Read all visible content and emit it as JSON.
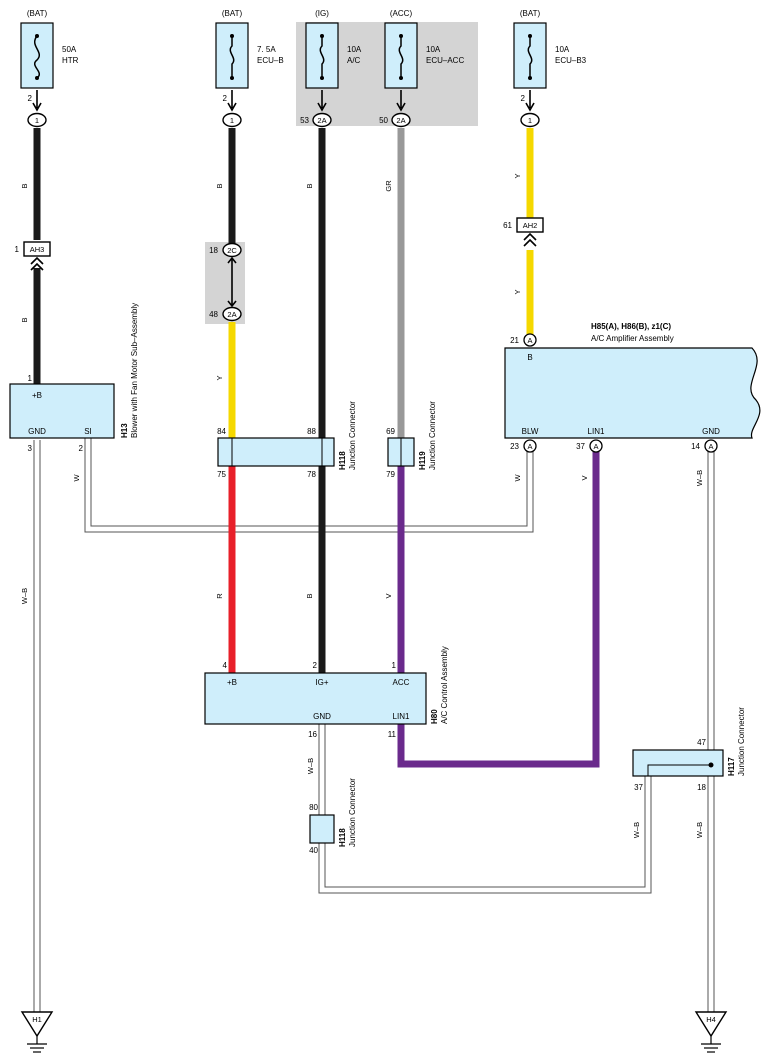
{
  "colors": {
    "wire_black": "#1a1a1a",
    "wire_yellow": "#f5d800",
    "wire_gray": "#999999",
    "wire_red": "#e8202a",
    "wire_violet": "#6a2a8c",
    "wire_white_outline": "#555555",
    "component_fill": "#cfeefb",
    "shade_gray": "#d4d4d4"
  },
  "fuses": [
    {
      "source": "(BAT)",
      "amp": "50A",
      "name": "HTR",
      "pin": "2"
    },
    {
      "source": "(BAT)",
      "amp": "7. 5A",
      "name": "ECU–B",
      "pin": "2"
    },
    {
      "source": "(IG)",
      "amp": "10A",
      "name": "A/C",
      "pin": "53"
    },
    {
      "source": "(ACC)",
      "amp": "10A",
      "name": "ECU–ACC",
      "pin": "50"
    },
    {
      "source": "(BAT)",
      "amp": "10A",
      "name": "ECU–B3",
      "pin": "2"
    }
  ],
  "fuse_connectors": [
    "1",
    "1",
    "2A",
    "2A",
    "1"
  ],
  "wire_colors": {
    "htr_upper": "B",
    "htr_lower": "B",
    "ecub_upper": "B",
    "ecub_lower": "Y",
    "ig": "B",
    "acc": "GR",
    "ecub3_upper": "Y",
    "ecub3_lower": "Y",
    "si_wire": "W",
    "blw_wire": "W",
    "lin_wire": "V",
    "gnd_right": "W–B",
    "gnd_left": "W–B",
    "h80_pb": "R",
    "h80_ig": "B",
    "h80_acc": "V",
    "h80_gnd": "W–B",
    "h117_37": "W–B",
    "h117_18": "W–B"
  },
  "inline": {
    "ah3": {
      "label": "AH3",
      "pin": "1"
    },
    "ah2": {
      "label": "AH2",
      "pin": "61"
    },
    "c2c": {
      "label": "2C",
      "pin": "18"
    },
    "c2a": {
      "label": "2A",
      "pin": "48"
    }
  },
  "h13": {
    "code": "H13",
    "name": "Blower with Fan Motor Sub–Assembly",
    "pb": "+B",
    "gnd": "GND",
    "si": "SI",
    "pin_pb": "1",
    "pin_gnd": "3",
    "pin_si": "2"
  },
  "h118_top": {
    "code": "H118",
    "name": "Junction Connector",
    "p84": "84",
    "p88": "88",
    "p75": "75",
    "p78": "78"
  },
  "h119": {
    "code": "H119",
    "name": "Junction Connector",
    "p69": "69",
    "p79": "79"
  },
  "amp": {
    "code": "H85(A), H86(B), z1(C)",
    "name": "A/C Amplifier Assembly",
    "b": "B",
    "blw": "BLW",
    "lin1": "LIN1",
    "gnd": "GND",
    "pin_b": "21",
    "pin_blw": "23",
    "pin_lin1": "37",
    "pin_gnd": "14",
    "conn": "A"
  },
  "h80": {
    "code": "H80",
    "name": "A/C Control Assembly",
    "pb": "+B",
    "ig": "IG+",
    "acc": "ACC",
    "gnd": "GND",
    "lin1": "LIN1",
    "pin_pb": "4",
    "pin_ig": "2",
    "pin_acc": "1",
    "pin_gnd": "16",
    "pin_lin1": "11"
  },
  "h118_bottom": {
    "code": "H118",
    "name": "Junction Connector",
    "p80": "80",
    "p40": "40"
  },
  "h117": {
    "code": "H117",
    "name": "Junction Connector",
    "p47": "47",
    "p37": "37",
    "p18": "18"
  },
  "grounds": {
    "left": "H1",
    "right": "H4"
  }
}
